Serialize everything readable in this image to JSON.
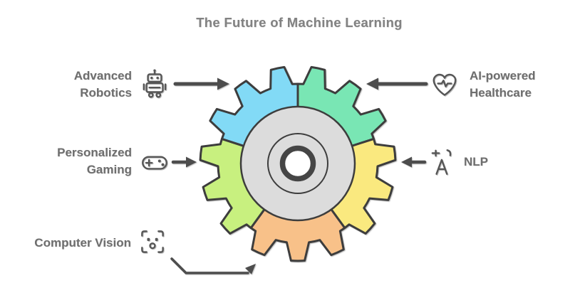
{
  "title": "The Future of Machine Learning",
  "callouts": [
    {
      "id": "advanced-robotics",
      "lines": [
        "Advanced",
        "Robotics"
      ],
      "icon": "robot-icon",
      "position": "top-left"
    },
    {
      "id": "ai-powered-healthcare",
      "lines": [
        "AI-powered",
        "Healthcare"
      ],
      "icon": "heart-pulse-icon",
      "position": "top-right"
    },
    {
      "id": "personalized-gaming",
      "lines": [
        "Personalized",
        "Gaming"
      ],
      "icon": "gamepad-icon",
      "position": "middle-left"
    },
    {
      "id": "nlp",
      "lines": [
        "NLP"
      ],
      "icon": "translate-icon",
      "position": "middle-right"
    },
    {
      "id": "computer-vision",
      "lines": [
        "Computer Vision"
      ],
      "icon": "face-scan-icon",
      "position": "bottom-left"
    }
  ],
  "gear": {
    "segments": [
      {
        "name": "ai-powered-healthcare",
        "color": "#79E6B4"
      },
      {
        "name": "nlp",
        "color": "#FAE97F"
      },
      {
        "name": "computer-vision",
        "color": "#F8C189"
      },
      {
        "name": "personalized-gaming",
        "color": "#C8F07F"
      },
      {
        "name": "advanced-robotics",
        "color": "#82DAF6"
      }
    ],
    "disc_color": "#DCDCDC",
    "hub_hole_color": "#FFFFFF",
    "outline_color": "#3D3D3D",
    "hub_ring_color": "#454545"
  },
  "connector_color": "#4D4D4D",
  "title_color": "#828282",
  "label_color": "#6E6E6E"
}
